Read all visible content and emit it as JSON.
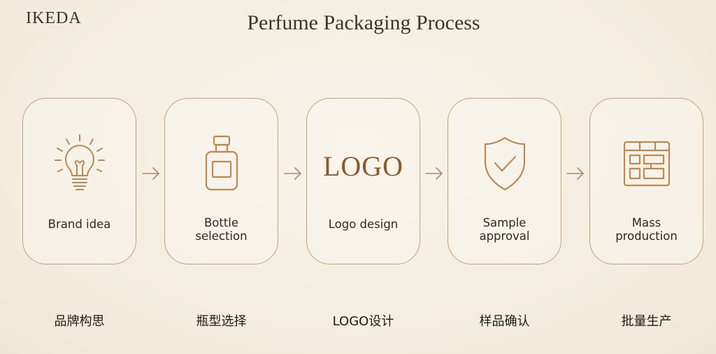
{
  "header": {
    "brand": "IKEDA",
    "title": "Perfume Packaging Process"
  },
  "colors": {
    "background": "#f4ede1",
    "accent_gold": "#b98a55",
    "border": "#c4a37a",
    "text": "#2e2924"
  },
  "steps": [
    {
      "icon": "lightbulb-icon",
      "label": "Brand idea",
      "cn_label": "品牌构思"
    },
    {
      "icon": "perfume-bottle-icon",
      "label": "Bottle\nselection",
      "cn_label": "瓶型选择"
    },
    {
      "icon": "logo-text",
      "logo_text": "LOGO",
      "label": "Logo design",
      "cn_label": "LOGO设计"
    },
    {
      "icon": "shield-check-icon",
      "label": "Sample\napproval",
      "cn_label": "样品确认"
    },
    {
      "icon": "factory-blocks-icon",
      "label": "Mass\nproduction",
      "cn_label": "批量生产"
    }
  ],
  "connector_icon": "arrow-right-icon"
}
